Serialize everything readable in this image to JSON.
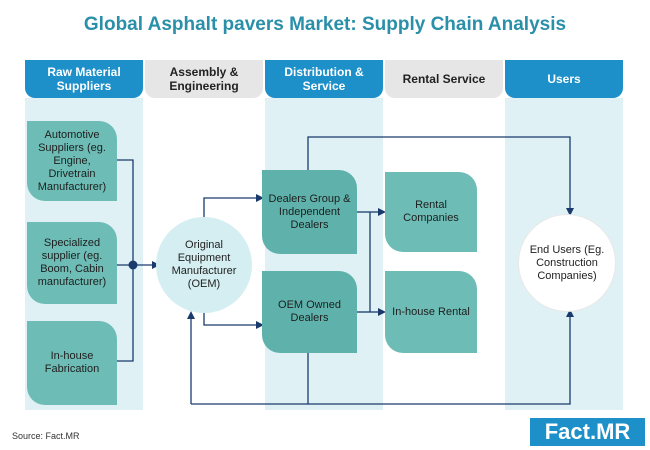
{
  "title": "Global Asphalt pavers Market: Supply Chain Analysis",
  "columns": [
    {
      "label": "Raw Material Suppliers",
      "style": "dark"
    },
    {
      "label": "Assembly & Engineering",
      "style": "light"
    },
    {
      "label": "Distribution & Service",
      "style": "dark"
    },
    {
      "label": "Rental Service",
      "style": "light"
    },
    {
      "label": "Users",
      "style": "dark"
    }
  ],
  "nodes": {
    "automotive": "Automotive Suppliers (eg. Engine, Drivetrain Manufacturer)",
    "specialized": "Specialized supplier (eg. Boom, Cabin manufacturer)",
    "inhouse_fab": "In-house Fabrication",
    "oem": "Original Equipment Manufacturer (OEM)",
    "dealers": "Dealers Group & Independent Dealers",
    "oem_dealers": "OEM Owned Dealers",
    "rental_companies": "Rental Companies",
    "inhouse_rental": "In-house Rental",
    "end_users": "End Users (Eg. Construction Companies)"
  },
  "source": "Source: Fact.MR",
  "logo": {
    "text": "Fact",
    "dot": ".",
    "suffix": "MR"
  },
  "colors": {
    "accent": "#1d8fc9",
    "box": "#6dbdb6",
    "column_bg": "#dff1f4",
    "title": "#2a8fa8"
  }
}
